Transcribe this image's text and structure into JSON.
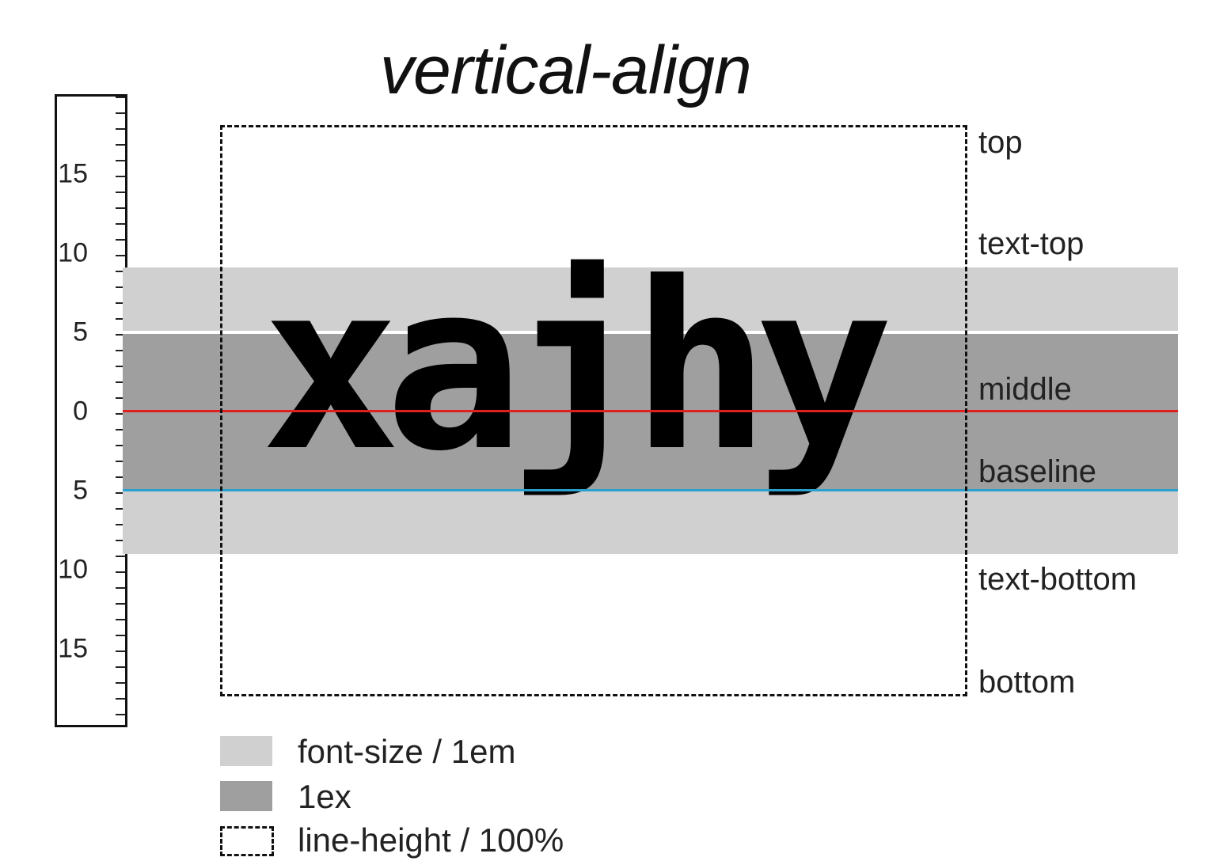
{
  "title": "vertical-align",
  "sample_text": "xajhy",
  "ruler": {
    "labels": [
      "15",
      "10",
      "5",
      "0",
      "5",
      "10",
      "15"
    ]
  },
  "alignment_labels": {
    "top": "top",
    "text_top": "text-top",
    "middle": "middle",
    "baseline": "baseline",
    "text_bottom": "text-bottom",
    "bottom": "bottom"
  },
  "legend": {
    "font_size": "font-size / 1em",
    "ex": "1ex",
    "line_height": "line-height / 100%"
  },
  "colors": {
    "em_band": "#d0d0d0",
    "ex_band": "#9f9f9f",
    "middle_line": "#e02020",
    "baseline_line": "#2aa0d0"
  }
}
